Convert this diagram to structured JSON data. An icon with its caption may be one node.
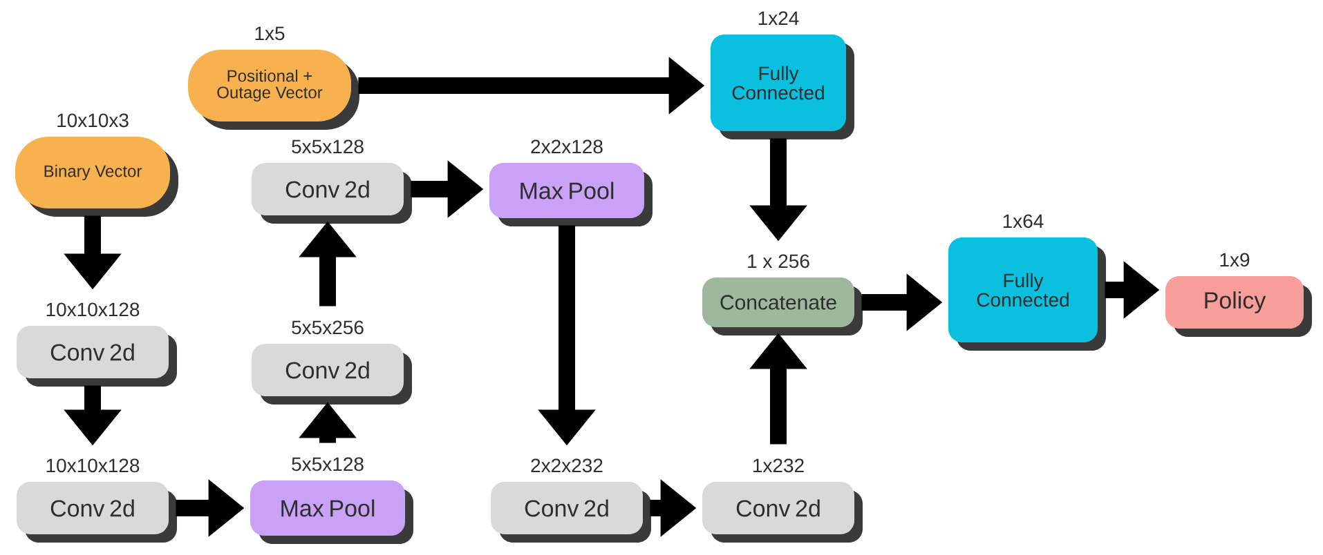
{
  "diagram": {
    "nodes": [
      {
        "text": [
          "1x5",
          "Positional + Outage Vector"
        ]
      },
      {
        "text": [
          "1x24",
          "Fully Connected"
        ]
      },
      {
        "text": [
          "10x10x3",
          "Binary Vector"
        ]
      },
      {
        "text": [
          "5x5x128",
          "Conv 2d"
        ]
      },
      {
        "text": [
          "2x2x128",
          "Max Pool"
        ]
      },
      {
        "text": [
          "1x64",
          "Fully Connected"
        ]
      },
      {
        "text": [
          "1 x 256",
          "Concatenate"
        ]
      },
      {
        "text": [
          "1x9",
          "Policy"
        ]
      },
      {
        "text": [
          "5x5x256",
          "Conv 2d"
        ]
      },
      {
        "text": [
          "10x10x128",
          "Conv 2d"
        ]
      },
      {
        "text": [
          "10x10x128",
          "Conv 2d"
        ]
      },
      {
        "text": [
          "5x5x128",
          "Max Pool"
        ]
      },
      {
        "text": [
          "2x2x232",
          "Conv 2d"
        ]
      },
      {
        "text": [
          "1x232",
          "Conv 2d"
        ]
      }
    ],
    "edges": [
      {
        "from": 0,
        "to": 1,
        "arrow": "to"
      },
      {
        "from": 2,
        "to": 9,
        "arrow": "to"
      },
      {
        "from": 9,
        "to": 10,
        "arrow": "to"
      },
      {
        "from": 10,
        "to": 11,
        "arrow": "to"
      },
      {
        "from": 11,
        "to": 8,
        "arrow": "to"
      },
      {
        "from": 8,
        "to": 3,
        "arrow": "to"
      },
      {
        "from": 3,
        "to": 4,
        "arrow": "to"
      },
      {
        "from": 4,
        "to": 12,
        "arrow": "to"
      },
      {
        "from": 12,
        "to": 13,
        "arrow": "to"
      },
      {
        "from": 13,
        "to": 6,
        "arrow": "to"
      },
      {
        "from": 1,
        "to": 6,
        "arrow": "to"
      },
      {
        "from": 6,
        "to": 5,
        "arrow": "to"
      },
      {
        "from": 5,
        "to": 7,
        "arrow": "to"
      }
    ]
  }
}
